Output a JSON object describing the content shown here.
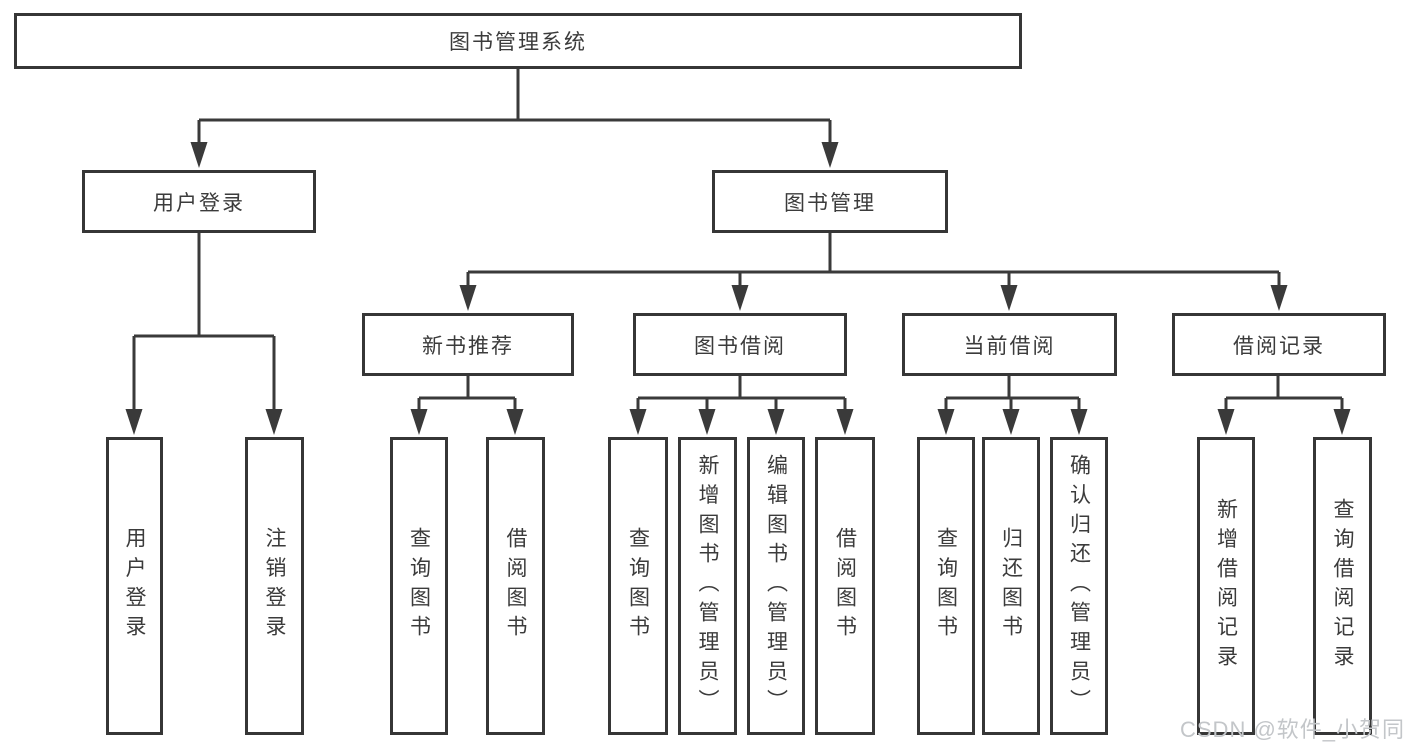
{
  "diagram": {
    "root": {
      "label": "图书管理系统"
    },
    "level2": [
      {
        "label": "用户登录"
      },
      {
        "label": "图书管理"
      }
    ],
    "level3": [
      {
        "label": "新书推荐",
        "parent": "图书管理"
      },
      {
        "label": "图书借阅",
        "parent": "图书管理"
      },
      {
        "label": "当前借阅",
        "parent": "图书管理"
      },
      {
        "label": "借阅记录",
        "parent": "图书管理"
      }
    ],
    "leaves": [
      {
        "label": "用户登录",
        "parent": "用户登录"
      },
      {
        "label": "注销登录",
        "parent": "用户登录"
      },
      {
        "label": "查询图书",
        "parent": "新书推荐"
      },
      {
        "label": "借阅图书",
        "parent": "新书推荐"
      },
      {
        "label": "查询图书",
        "parent": "图书借阅"
      },
      {
        "label": "新增图书（管理员）",
        "parent": "图书借阅"
      },
      {
        "label": "编辑图书（管理员）",
        "parent": "图书借阅"
      },
      {
        "label": "借阅图书",
        "parent": "图书借阅"
      },
      {
        "label": "查询图书",
        "parent": "当前借阅"
      },
      {
        "label": "归还图书",
        "parent": "当前借阅"
      },
      {
        "label": "确认归还（管理员）",
        "parent": "当前借阅"
      },
      {
        "label": "新增借阅记录",
        "parent": "借阅记录"
      },
      {
        "label": "查询借阅记录",
        "parent": "借阅记录"
      }
    ]
  },
  "watermark": {
    "text": "CSDN @软件_小贺同学"
  },
  "colors": {
    "line": "#3a3a3a",
    "border": "#363636",
    "text": "#3b3b3b",
    "watermark": "#c3c6c9",
    "background": "#ffffff"
  }
}
